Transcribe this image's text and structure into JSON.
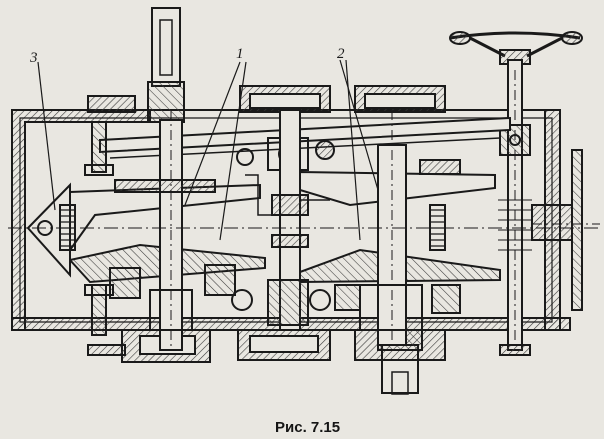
{
  "figure": {
    "labels": {
      "part1": "1",
      "part2": "2",
      "part3": "3"
    },
    "caption": "Рис. 7.15",
    "colors": {
      "paper": "#e9e7e1",
      "ink": "#1a1a1a",
      "hatch": "#4a4a4a"
    }
  }
}
